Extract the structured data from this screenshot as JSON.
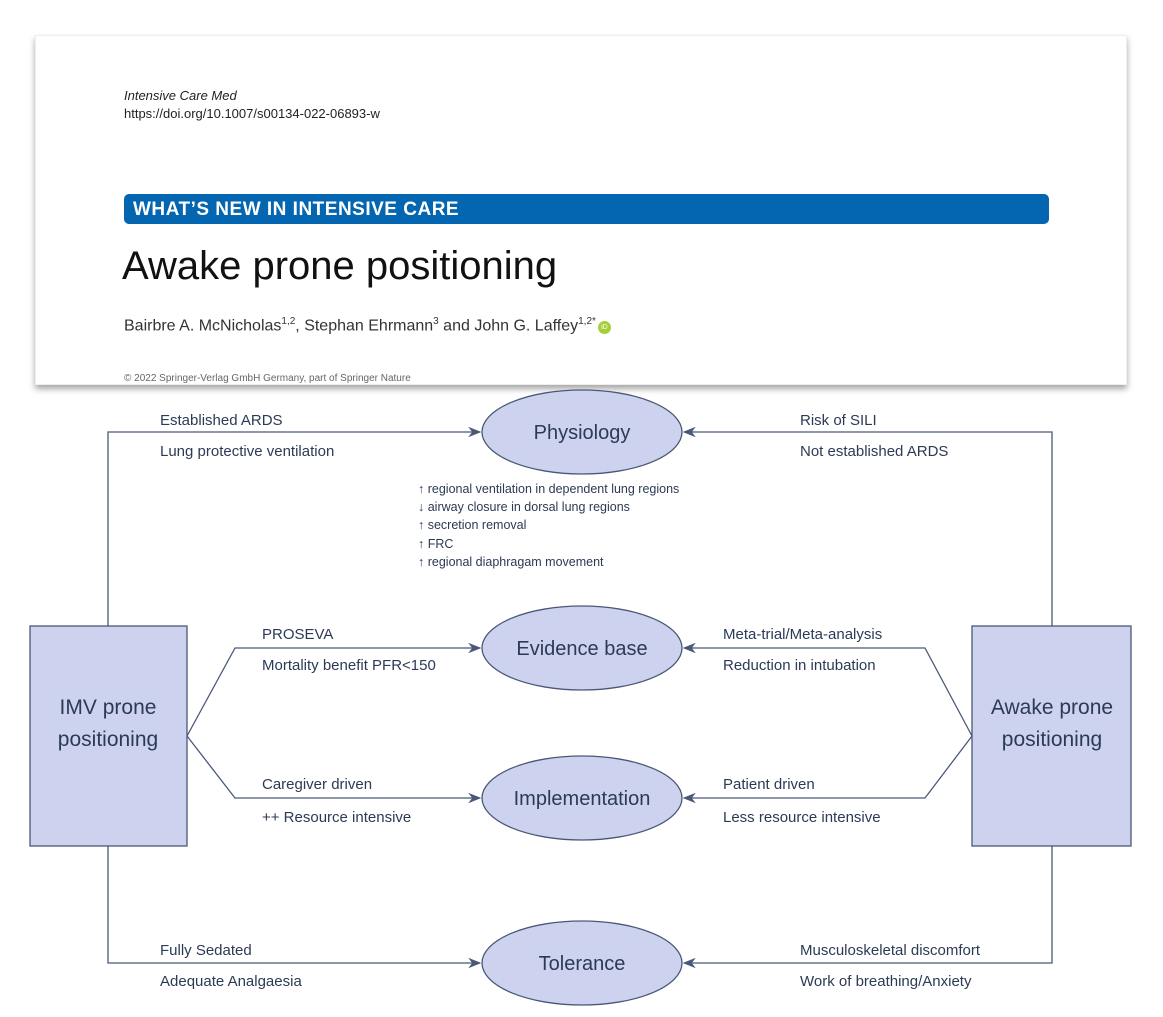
{
  "paper": {
    "journal": "Intensive Care Med",
    "doi": "https://doi.org/10.1007/s00134-022-06893-w",
    "section": "WHAT’S NEW IN INTENSIVE CARE",
    "title": "Awake prone positioning",
    "authors": [
      {
        "name": "Bairbre A. McNicholas",
        "aff": "1,2",
        "sep": ", "
      },
      {
        "name": "Stephan Ehrmann",
        "aff": "3",
        "sep": " and "
      },
      {
        "name": "John G. Laffey",
        "aff": "1,2*",
        "sep": ""
      }
    ],
    "orcid_label": "iD",
    "copyright": "© 2022 Springer-Verlag GmbH Germany, part of Springer Nature"
  },
  "diagram": {
    "colors": {
      "node_fill": "#cdd3ef",
      "stroke": "#4a5878",
      "text": "#2c3a55"
    },
    "left_box": [
      "IMV prone",
      "positioning"
    ],
    "right_box": [
      "Awake prone",
      "positioning"
    ],
    "nodes": [
      "Physiology",
      "Evidence base",
      "Implementation",
      "Tolerance"
    ],
    "left_labels": [
      [
        "Established ARDS",
        "Lung protective ventilation"
      ],
      [
        "PROSEVA",
        "Mortality benefit PFR<150"
      ],
      [
        "Caregiver driven",
        "++ Resource intensive"
      ],
      [
        "Fully Sedated",
        "Adequate Analgaesia"
      ]
    ],
    "right_labels": [
      [
        "Risk of SILI",
        "Not established ARDS"
      ],
      [
        "Meta-trial/Meta-analysis",
        "Reduction in intubation"
      ],
      [
        "Patient driven",
        "Less resource intensive"
      ],
      [
        "Musculoskeletal discomfort",
        "Work of breathing/Anxiety"
      ]
    ],
    "physiology_points": [
      "↑ regional ventilation in dependent lung regions",
      "↓ airway closure in dorsal lung regions",
      "↑ secretion removal",
      "↑ FRC",
      "↑ regional diaphragam movement"
    ]
  }
}
